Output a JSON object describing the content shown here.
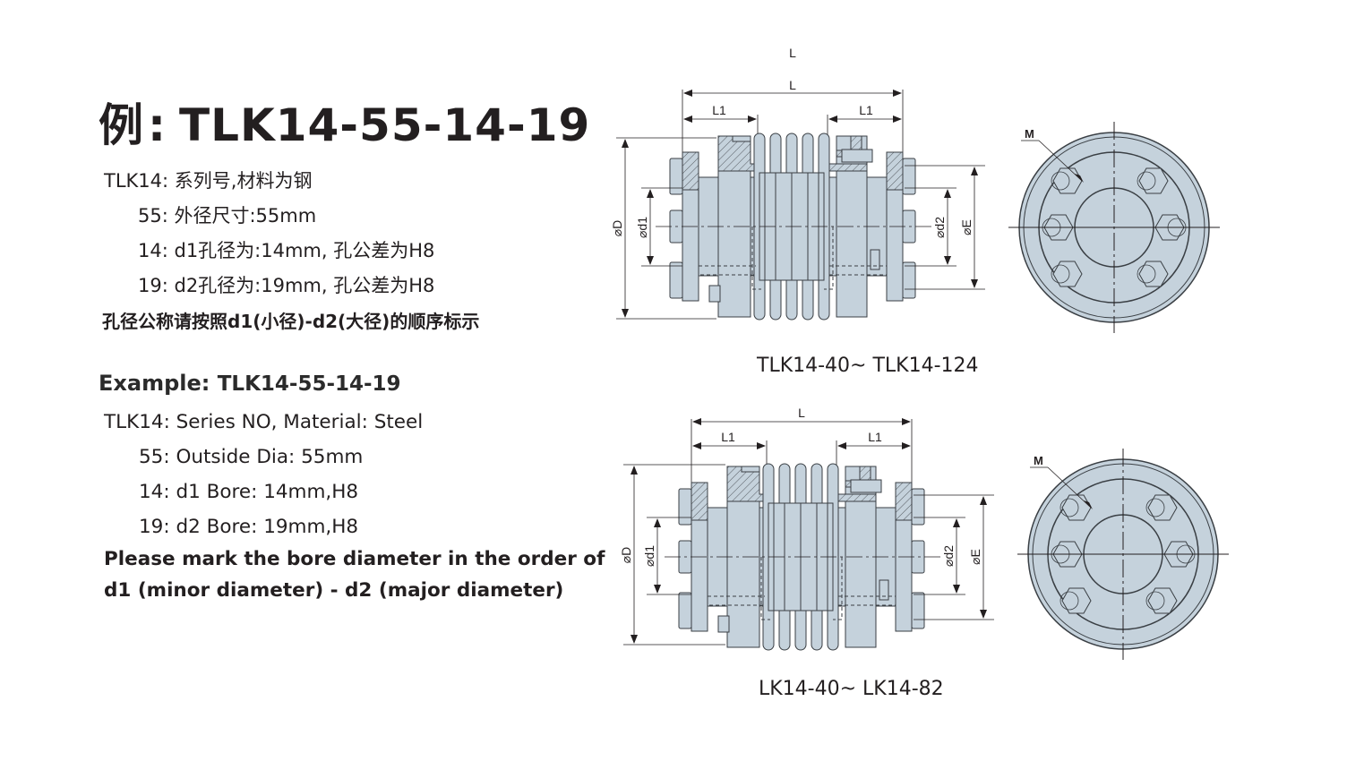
{
  "cn_section": {
    "title_prefix": "例",
    "title_sep": ":",
    "title_code": "TLK14-55-14-19",
    "lines": [
      {
        "key": "TLK14:",
        "value": "系列号,材料为钢"
      },
      {
        "key": "55:",
        "value": "外径尺寸:55mm"
      },
      {
        "key": "14:",
        "value": "d1孔径为:14mm, 孔公差为H8"
      },
      {
        "key": "19:",
        "value": "d2孔径为:19mm, 孔公差为H8"
      }
    ],
    "note": "孔径公称请按照d1(小径)-d2(大径)的顺序标示"
  },
  "en_section": {
    "title_prefix": "Example:",
    "title_code": "TLK14-55-14-19",
    "lines": [
      {
        "key": "TLK14:",
        "value": "Series NO, Material: Steel"
      },
      {
        "key": "55:",
        "value": "Outside Dia: 55mm"
      },
      {
        "key": "14:",
        "value": "d1 Bore: 14mm,H8"
      },
      {
        "key": "19:",
        "value": "d2 Bore: 19mm,H8"
      }
    ],
    "note_line1": "Please mark the bore diameter in the order of",
    "note_line2": "d1 (minor diameter) - d2 (major diameter)"
  },
  "drawings": [
    {
      "id": "tlk14",
      "stray_label": "L",
      "dims": {
        "L": "L",
        "L1": "L1",
        "D": "⌀D",
        "d1": "⌀d1",
        "d2": "⌀d2",
        "E": "⌀E"
      },
      "end_view_label": "M",
      "caption": "TLK14-40~ TLK14-124"
    },
    {
      "id": "lk14",
      "dims": {
        "L": "L",
        "L1": "L1",
        "D": "⌀D",
        "d1": "⌀d1",
        "d2": "⌀d2",
        "E": "⌀E"
      },
      "end_view_label": "M",
      "caption": "LK14-40~ LK14-82"
    }
  ],
  "colors": {
    "part_fill": "#c5d2dc",
    "part_stroke": "#3a3f44",
    "line": "#231f20",
    "text": "#231f20"
  }
}
